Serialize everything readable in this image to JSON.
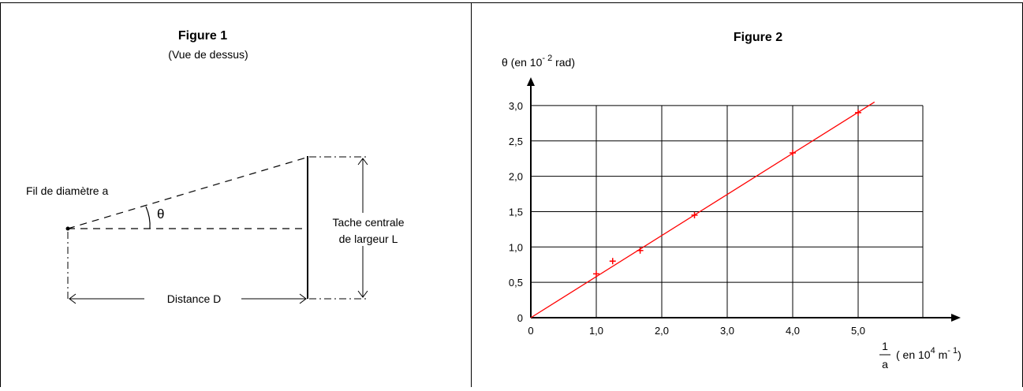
{
  "figure1": {
    "title": "Figure 1",
    "subtitle": "(Vue de dessus)",
    "wire_label": "Fil de diamètre a",
    "angle_label": "θ",
    "spot_label_line1": "Tache centrale",
    "spot_label_line2": "de largeur L",
    "distance_label": "Distance D"
  },
  "figure2": {
    "title": "Figure 2",
    "y_axis_label_prefix": "θ (en 10",
    "y_axis_label_exp": "- 2",
    "y_axis_label_suffix": " rad)",
    "x_axis_fraction_num": "1",
    "x_axis_fraction_den": "a",
    "x_axis_label_prefix": "( en 10",
    "x_axis_label_exp": "4",
    "x_axis_label_mid": " m",
    "x_axis_label_exp2": "- 1",
    "x_axis_label_suffix": ")"
  },
  "chart_data": {
    "type": "scatter",
    "xlim": [
      0,
      6
    ],
    "ylim": [
      0,
      3
    ],
    "x_ticks": [
      {
        "v": 0,
        "label": "0"
      },
      {
        "v": 1,
        "label": "1,0"
      },
      {
        "v": 2,
        "label": "2,0"
      },
      {
        "v": 3,
        "label": "3,0"
      },
      {
        "v": 4,
        "label": "4,0"
      },
      {
        "v": 5,
        "label": "5,0"
      }
    ],
    "y_ticks": [
      {
        "v": 0,
        "label": "0"
      },
      {
        "v": 0.5,
        "label": "0,5"
      },
      {
        "v": 1,
        "label": "1,0"
      },
      {
        "v": 1.5,
        "label": "1,5"
      },
      {
        "v": 2,
        "label": "2,0"
      },
      {
        "v": 2.5,
        "label": "2,5"
      },
      {
        "v": 3,
        "label": "3,0"
      }
    ],
    "grid": true,
    "points": [
      {
        "x": 1.0,
        "y": 0.62
      },
      {
        "x": 1.25,
        "y": 0.8
      },
      {
        "x": 1.67,
        "y": 0.95
      },
      {
        "x": 2.5,
        "y": 1.45
      },
      {
        "x": 4.0,
        "y": 2.33
      },
      {
        "x": 5.0,
        "y": 2.9
      }
    ],
    "fit_line": {
      "x_start": 0,
      "y_start": 0,
      "x_end": 5.25,
      "y_end": 3.05
    },
    "series_color": "#ff0000"
  }
}
